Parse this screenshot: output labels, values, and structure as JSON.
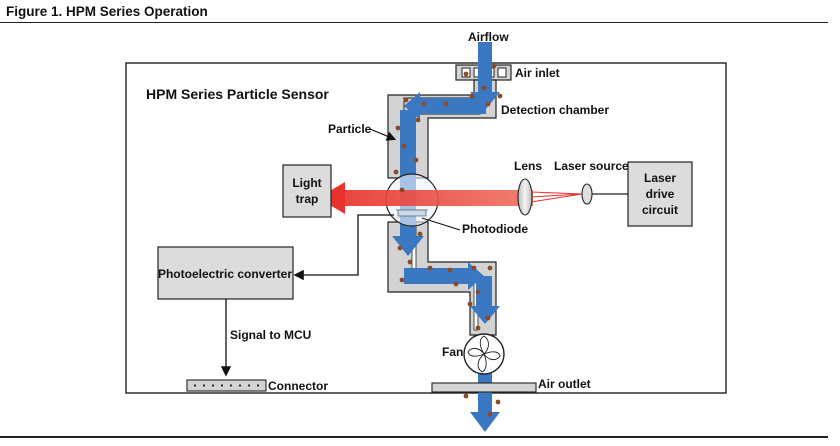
{
  "figure": {
    "title": "Figure 1. HPM Series Operation"
  },
  "diagram": {
    "sensor_title": "HPM Series Particle Sensor",
    "labels": {
      "airflow": "Airflow",
      "air_inlet": "Air inlet",
      "detection_chamber": "Detection chamber",
      "particle": "Particle",
      "lens": "Lens",
      "laser_source": "Laser source",
      "laser_drive_line1": "Laser",
      "laser_drive_line2": "drive",
      "laser_drive_line3": "circuit",
      "light_trap_line1": "Light",
      "light_trap_line2": "trap",
      "photodiode": "Photodiode",
      "photoelectric_converter": "Photoelectric converter",
      "signal_to_mcu": "Signal to MCU",
      "fan": "Fan",
      "connector": "Connector",
      "air_outlet": "Air outlet"
    },
    "colors": {
      "flow_arrow": "#3a78c2",
      "laser_beam": "#e8322b",
      "channel_fill": "#d3d3d3",
      "box_fill": "#dcdcdc",
      "particle": "#8b4a2b"
    }
  }
}
